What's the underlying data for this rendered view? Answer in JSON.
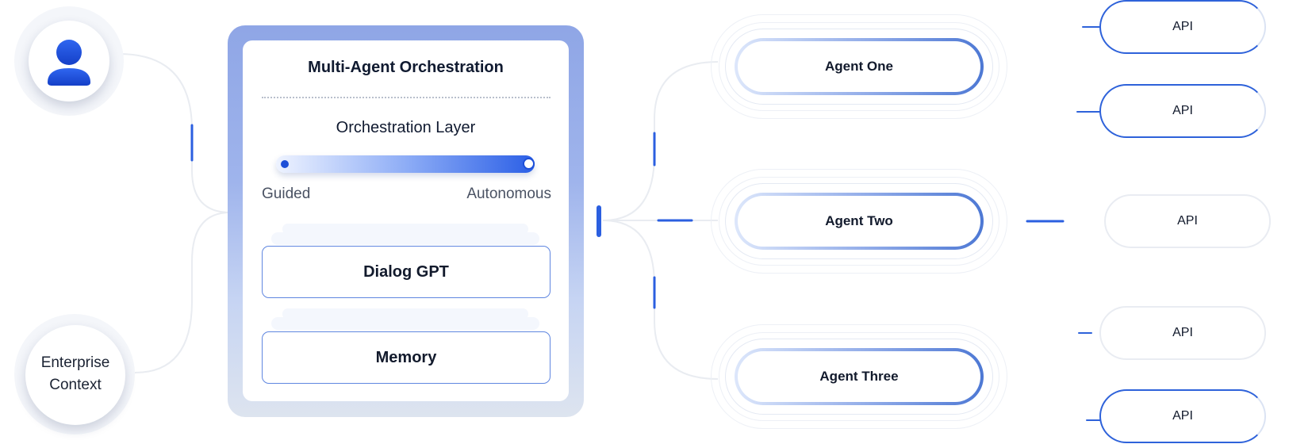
{
  "orchestration": {
    "title": "Multi-Agent Orchestration",
    "layer_title": "Orchestration Layer",
    "slider": {
      "left_label": "Guided",
      "right_label": "Autonomous",
      "value": 1.0
    },
    "modules": [
      "Dialog GPT",
      "Memory"
    ]
  },
  "inputs": {
    "user_icon": "user-icon",
    "enterprise_context_line1": "Enterprise",
    "enterprise_context_line2": "Context"
  },
  "agents": [
    "Agent One",
    "Agent Two",
    "Agent Three"
  ],
  "apis": [
    "API",
    "API",
    "API",
    "API",
    "API"
  ],
  "colors": {
    "accent": "#2e62da",
    "card_gradient_top": "#8fa6e6",
    "card_gradient_bottom": "#dde4ef"
  }
}
